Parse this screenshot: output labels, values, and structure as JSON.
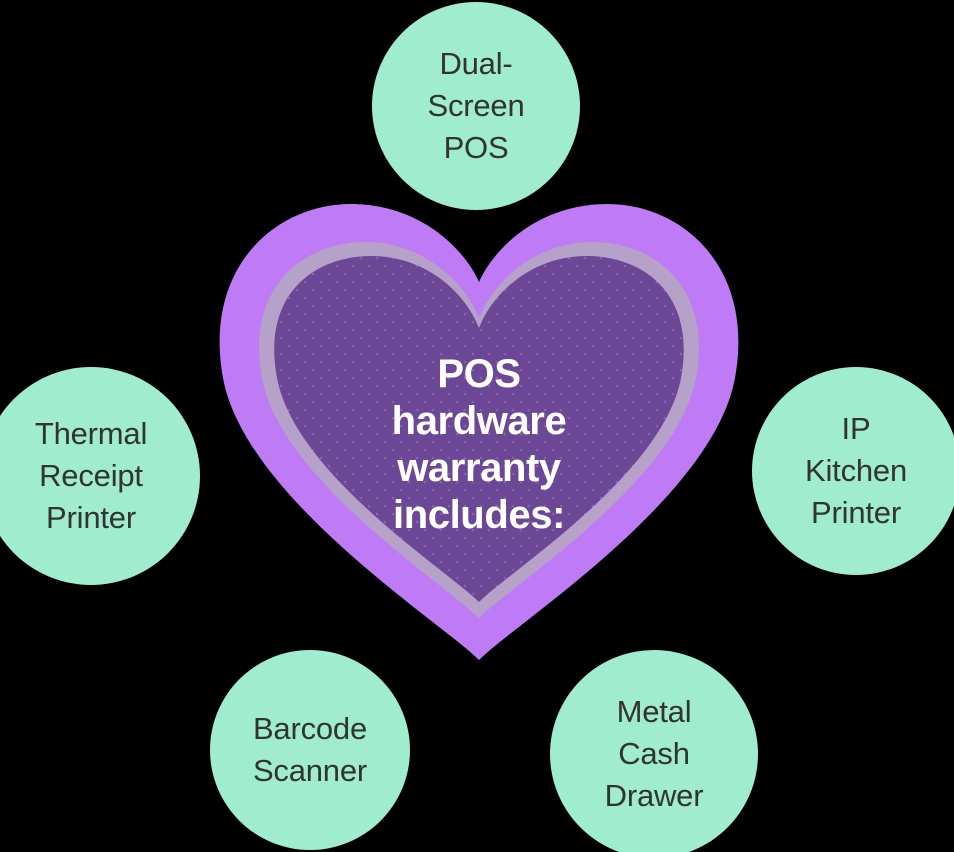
{
  "diagram": {
    "type": "hub-and-spoke",
    "background_color": "#000000",
    "center": {
      "shape": "heart",
      "outer_color": "#BE7BF5",
      "ring_color": "#B6A2C8",
      "inner_color": "#6B4796",
      "text_color": "#FFFFFF",
      "lines": [
        "POS",
        "hardware",
        "warranty",
        "includes:"
      ],
      "full_text": "POS hardware warranty includes:"
    },
    "nodes": [
      {
        "id": "dual-screen-pos",
        "position": "top",
        "label": "Dual-\nScreen\nPOS",
        "fill_color": "#9FECCE",
        "text_color": "#333333"
      },
      {
        "id": "thermal-receipt-printer",
        "position": "left",
        "label": "Thermal\nReceipt\nPrinter",
        "fill_color": "#9FECCE",
        "text_color": "#333333"
      },
      {
        "id": "ip-kitchen-printer",
        "position": "right",
        "label": "IP\nKitchen\nPrinter",
        "fill_color": "#9FECCE",
        "text_color": "#333333"
      },
      {
        "id": "barcode-scanner",
        "position": "bottom-left",
        "label": "Barcode\nScanner",
        "fill_color": "#9FECCE",
        "text_color": "#333333"
      },
      {
        "id": "metal-cash-drawer",
        "position": "bottom-right",
        "label": "Metal\nCash\nDrawer",
        "fill_color": "#9FECCE",
        "text_color": "#333333"
      }
    ]
  }
}
